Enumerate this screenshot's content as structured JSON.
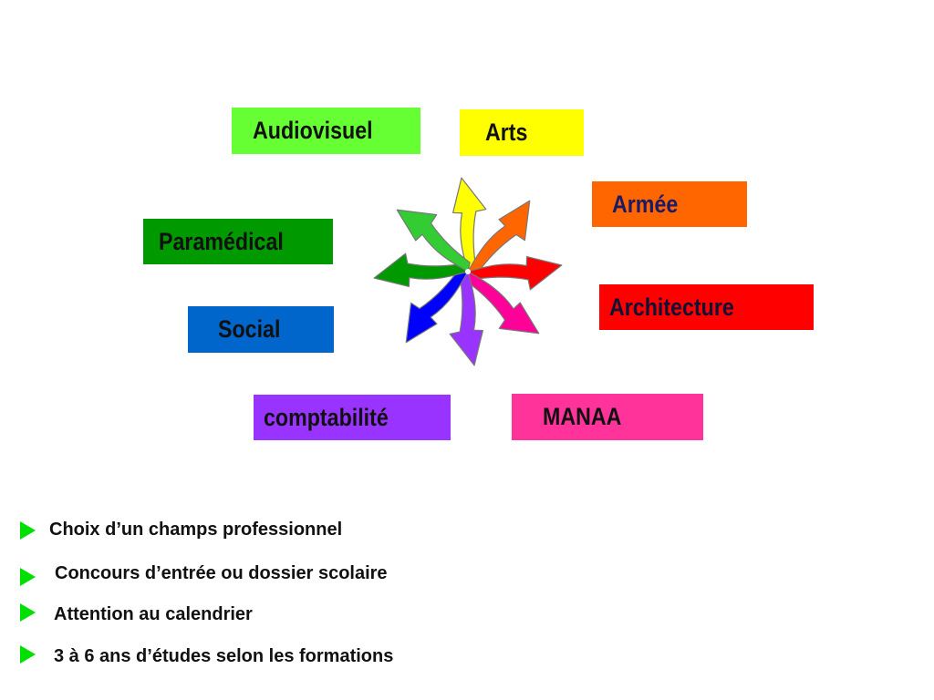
{
  "fields": [
    {
      "id": "audiovisuel",
      "label": "Audiovisuel",
      "bg": "#66ff33",
      "color": "#111111"
    },
    {
      "id": "arts",
      "label": "Arts",
      "bg": "#ffff00",
      "color": "#111111"
    },
    {
      "id": "armee",
      "label": "Armée",
      "bg": "#ff6600",
      "color": "#1a1a66"
    },
    {
      "id": "paramedical",
      "label": "Paramédical",
      "bg": "#009900",
      "color": "#111111"
    },
    {
      "id": "architecture",
      "label": "Architecture",
      "bg": "#ff0000",
      "color": "#111133"
    },
    {
      "id": "social",
      "label": "Social",
      "bg": "#0066cc",
      "color": "#111111"
    },
    {
      "id": "comptabilite",
      "label": "comptabilité",
      "bg": "#9933ff",
      "color": "#111111"
    },
    {
      "id": "manaa",
      "label": "MANAA",
      "bg": "#ff3399",
      "color": "#111111"
    }
  ],
  "wheel": {
    "icon": "rainbow-swirl-arrows-icon",
    "arrow_colors": [
      "#ffff00",
      "#ff6600",
      "#ff0000",
      "#ff0099",
      "#9933ff",
      "#0000ff",
      "#009900",
      "#33cc33"
    ]
  },
  "bullets": {
    "icon": "green-triangle-bullet-icon",
    "color": "#00e000",
    "items": [
      "Choix d’un champs professionnel",
      "Concours d’entrée ou dossier scolaire",
      "Attention au calendrier",
      "3 à 6 ans d’études selon les formations"
    ]
  }
}
